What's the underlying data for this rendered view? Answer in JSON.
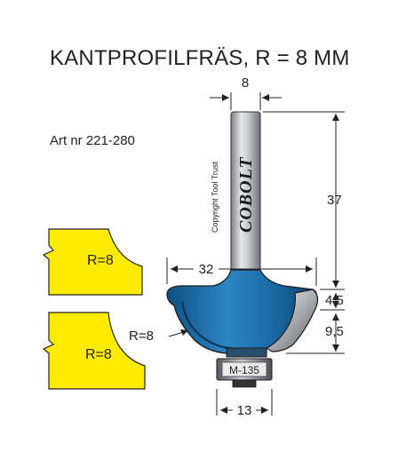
{
  "title": "KANTPROFILFRÄS, R = 8 MM",
  "art_nr": "Art nr 221-280",
  "brand": "COBOLT",
  "copyright": "Copyright Tool Trust",
  "dimensions": {
    "shank_diameter": "8",
    "total_length": "37",
    "cutting_diameter": "32",
    "step_height": "4,5",
    "cutting_height": "9,5",
    "bearing_diameter": "13",
    "radius": "R=8"
  },
  "bearing_label": "M-135",
  "profiles": {
    "top_label": "R=8",
    "bottom_label": "R=8"
  },
  "colors": {
    "profile_fill": "#ffeb00",
    "cutter_blue": "#1e6fa8",
    "shank_gray": "#b8bcc0"
  }
}
